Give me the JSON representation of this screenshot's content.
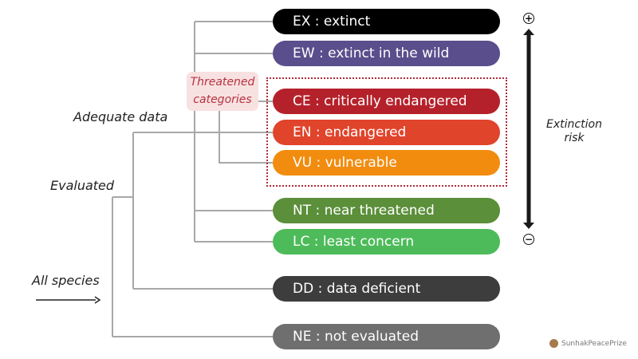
{
  "categories": [
    {
      "code": "EX",
      "label": "EX : extinct",
      "color": "#000000"
    },
    {
      "code": "EW",
      "label": "EW : extinct in the wild",
      "color": "#5a4e8c"
    },
    {
      "code": "CE",
      "label": "CE : critically endangered",
      "color": "#b5212b"
    },
    {
      "code": "EN",
      "label": "EN : endangered",
      "color": "#e0442b"
    },
    {
      "code": "VU",
      "label": "VU : vulnerable",
      "color": "#f28c0f"
    },
    {
      "code": "NT",
      "label": "NT : near threatened",
      "color": "#5b8f3a"
    },
    {
      "code": "LC",
      "label": "LC : least concern",
      "color": "#4dbb5a"
    },
    {
      "code": "DD",
      "label": "DD : data deficient",
      "color": "#3d3d3d"
    },
    {
      "code": "NE",
      "label": "NE : not evaluated",
      "color": "#6f6f6f"
    }
  ],
  "labels": {
    "threatened_line1": "Threatened",
    "threatened_line2": "categories",
    "adequate": "Adequate data",
    "evaluated": "Evaluated",
    "all": "All species",
    "risk_line1": "Extinction",
    "risk_line2": "risk",
    "plus": "+",
    "minus": "−"
  },
  "watermark": "SunhakPeacePrize"
}
